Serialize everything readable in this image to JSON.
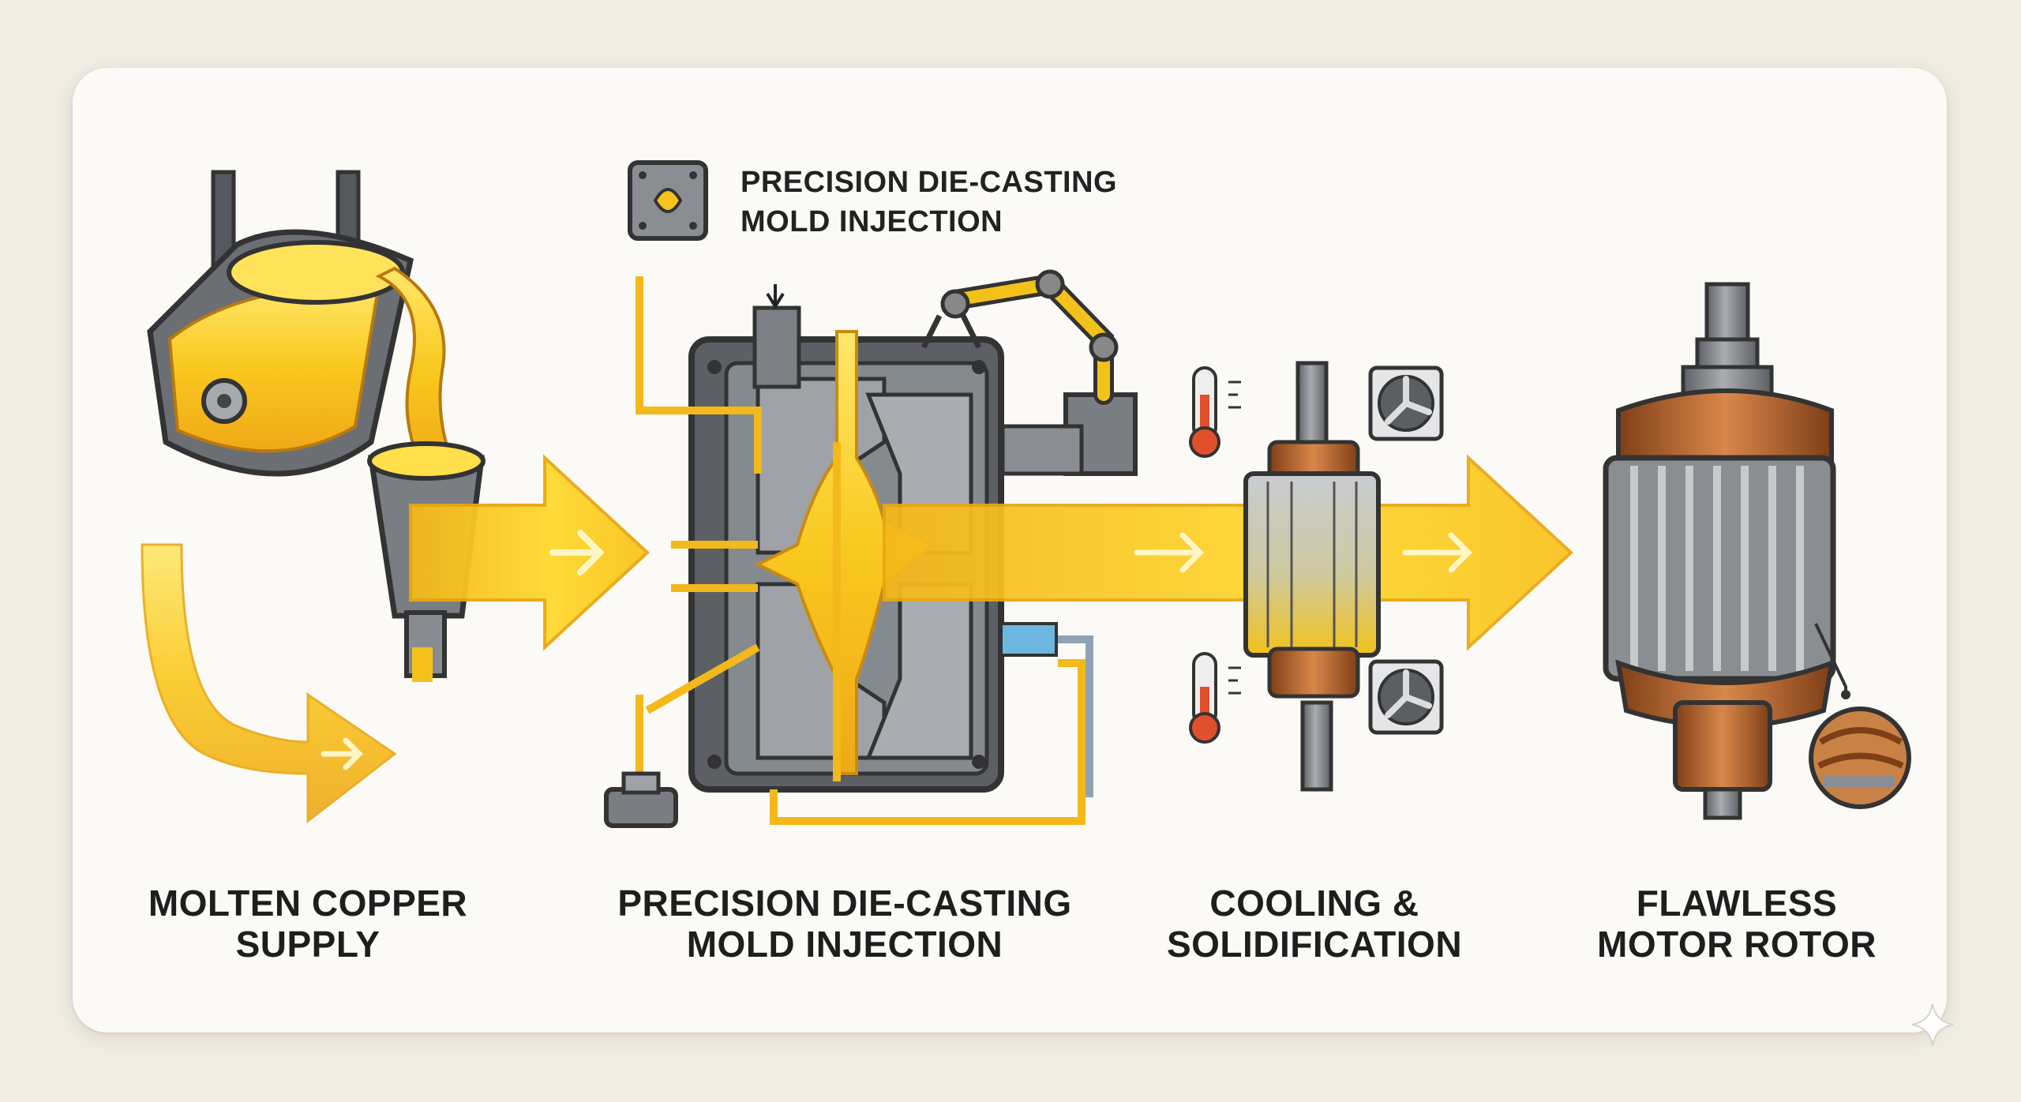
{
  "steps": [
    {
      "line1": "MOLTEN COPPER",
      "line2": "SUPPLY"
    },
    {
      "line1": "PRECISION DIE-CASTING",
      "line2": "MOLD INJECTION"
    },
    {
      "line1": "COOLING &",
      "line2": "SOLIDIFICATION"
    },
    {
      "line1": "FLAWLESS",
      "line2": "MOTOR ROTOR"
    }
  ],
  "mold_label": {
    "line1": "PRECISION DIE-CASTING",
    "line2": "MOLD INJECTION",
    "icon": "mold-icon"
  },
  "icons": [
    "ladle-icon",
    "funnel-icon",
    "die-casting-mold-icon",
    "robot-arm-icon",
    "thermometer-icon",
    "cooling-fan-icon",
    "rotor-icon",
    "motor-rotor-icon",
    "magnifier-detail-icon",
    "sparkle-icon"
  ],
  "colors": {
    "molten": "#f7c21a",
    "molten_light": "#ffe45c",
    "steel": "#6f7378",
    "copper": "#b5652c",
    "card": "#fbfaf6",
    "background": "#f1ede4"
  }
}
